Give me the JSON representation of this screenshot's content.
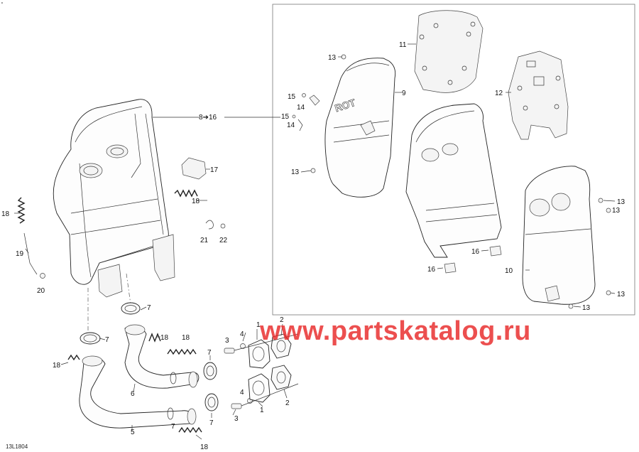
{
  "watermark": "www.partskatalog.ru",
  "reference_code": "13L1804",
  "top_corner_mark": "'",
  "callouts": [
    "1",
    "1",
    "2",
    "2",
    "3",
    "3",
    "4",
    "4",
    "5",
    "6",
    "7",
    "7",
    "7",
    "7",
    "7",
    "8➔16",
    "9",
    "10",
    "11",
    "12",
    "13",
    "13",
    "13",
    "13",
    "13",
    "13",
    "14",
    "14",
    "15",
    "15",
    "16",
    "16",
    "17",
    "18",
    "18",
    "18",
    "18",
    "18",
    "18",
    "19",
    "20",
    "21",
    "22"
  ],
  "colors": {
    "watermark": "#e82828",
    "line": "#222222",
    "frame": "#777777"
  }
}
